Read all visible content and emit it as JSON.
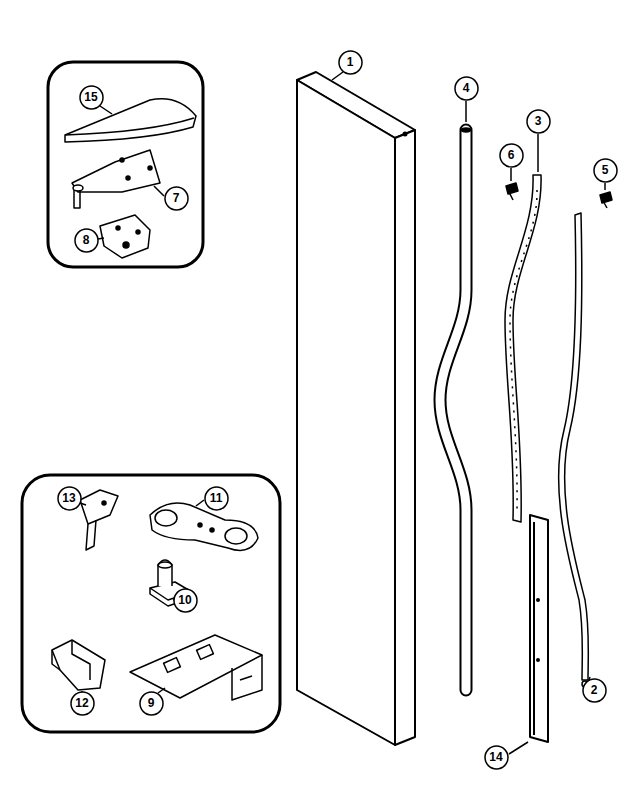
{
  "diagram": {
    "nodes": [
      {
        "text": [
          "15"
        ]
      },
      {
        "text": [
          "1"
        ]
      },
      {
        "text": [
          "4"
        ]
      },
      {
        "text": [
          "3"
        ]
      },
      {
        "text": [
          "6"
        ]
      },
      {
        "text": [
          "5"
        ]
      },
      {
        "text": [
          "7"
        ]
      },
      {
        "text": [
          "8"
        ]
      },
      {
        "text": [
          "13"
        ]
      },
      {
        "text": [
          "11"
        ]
      },
      {
        "text": [
          "10"
        ]
      },
      {
        "text": [
          "12"
        ]
      },
      {
        "text": [
          "9"
        ]
      },
      {
        "text": [
          "2"
        ]
      },
      {
        "text": [
          "14"
        ]
      }
    ]
  }
}
